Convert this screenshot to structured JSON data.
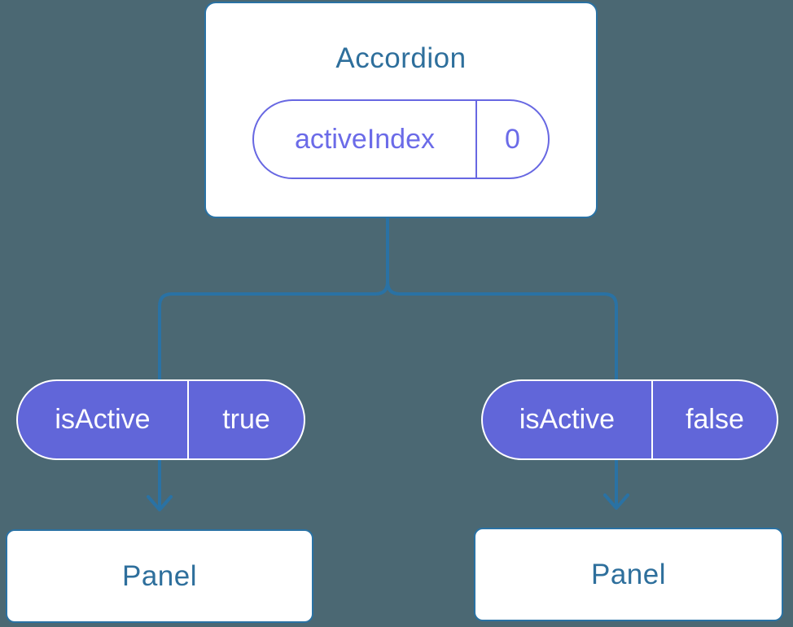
{
  "colors": {
    "bg": "#4b6873",
    "blue": "#2a72a4",
    "text-blue": "#2e6f9c",
    "purple": "#6166d9",
    "purple-text": "#6b6be8",
    "purple-border": "#6767e2",
    "card-bg": "#ffffff",
    "pill-text-light": "#ffffff"
  },
  "tree": {
    "root": {
      "title": "Accordion",
      "state": {
        "name": "activeIndex",
        "value": "0"
      }
    },
    "children": [
      {
        "prop": {
          "name": "isActive",
          "value": "true"
        },
        "child_label": "Panel"
      },
      {
        "prop": {
          "name": "isActive",
          "value": "false"
        },
        "child_label": "Panel"
      }
    ]
  }
}
